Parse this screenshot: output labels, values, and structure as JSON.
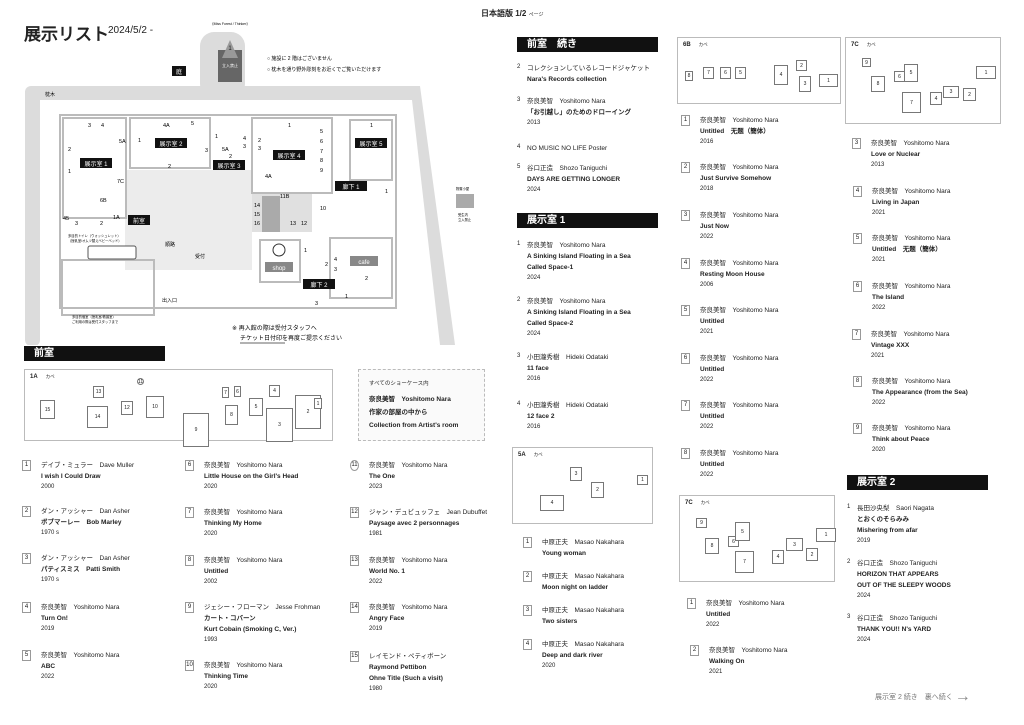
{
  "header": {
    "title": "展示リスト",
    "date": "2024/5/2 -",
    "page": "日本語版 1/2",
    "page_suffix": "ページ"
  },
  "map": {
    "outdoor_caption": "《Miss Forest / Thinker》",
    "outdoor_no_entry": "立入禁止",
    "outdoor_num": "1",
    "garden": "庭",
    "sleepers": "枕木",
    "notes": [
      "○ 施設に 2 階はございません",
      "○ 枕木を通り野外彫刻をお近くでご覧いただけます"
    ],
    "rooms": {
      "r1": "展示室 1",
      "r2": "展示室 2",
      "r3": "展示室 3",
      "r4": "展示室 4",
      "r5": "展示室 5",
      "c1": "廊下 1",
      "c2": "廊下 2",
      "ante": "前室"
    },
    "shop": "shop",
    "cafe": "cafe",
    "reception": "受付",
    "entrance": "出入口",
    "passage": "順路",
    "toilet_note": [
      "多目的トイレ（ウォッシュレット）",
      "（授乳室/オムツ替えベビーベッド）"
    ],
    "room_note": [
      "多目的個室（授乳室/救護室）",
      "ご利用の際は受付スタッフまで"
    ],
    "storage": "物置小屋",
    "storage_note": [
      "受生内",
      "立入禁止"
    ],
    "reentry": [
      "※ 再入館の際は受付スタッフへ",
      "チケット日付印を再度ご提示ください"
    ],
    "labels": [
      "3",
      "4",
      "5A",
      "2",
      "1",
      "7C",
      "6B",
      "45",
      "3",
      "2",
      "1A",
      "4A",
      "5",
      "1",
      "3",
      "2",
      "1",
      "5A",
      "2",
      "4",
      "3",
      "1",
      "2",
      "3",
      "5",
      "6",
      "7",
      "8",
      "9",
      "4A",
      "11B",
      "14",
      "15",
      "16",
      "13",
      "12",
      "10",
      "1",
      "1",
      "1",
      "2",
      "4",
      "3",
      "2",
      "1",
      "3"
    ]
  },
  "ante": {
    "header": "前室",
    "wall": {
      "name": "1A",
      "wall_label": "カベ",
      "frames": [
        "15",
        "13",
        "14",
        "11",
        "12",
        "10",
        "9",
        "7",
        "6",
        "8",
        "5",
        "4",
        "3",
        "2",
        "1"
      ]
    },
    "showcase": {
      "caption": "すべてのショーケース内",
      "artist": "奈良美智　Yoshitomo Nara",
      "title_ja": "作家の部屋の中から",
      "title_en": "Collection from Artist's room"
    },
    "items": [
      {
        "n": "1",
        "artist": "デイブ・ミュラー　Dave Muller",
        "title": "I wish I Could Draw",
        "year": "2000"
      },
      {
        "n": "2",
        "artist": "ダン・アッシャー　Dan Asher",
        "title": "ボブマーレー　Bob Marley",
        "year": "1970 s"
      },
      {
        "n": "3",
        "artist": "ダン・アッシャー　Dan Asher",
        "title": "パティスミス　Patti Smith",
        "year": "1970 s"
      },
      {
        "n": "4",
        "artist": "奈良美智　Yoshitomo Nara",
        "title": "Turn On!",
        "year": "2019"
      },
      {
        "n": "5",
        "artist": "奈良美智　Yoshitomo Nara",
        "title": "ABC",
        "year": "2022"
      },
      {
        "n": "6",
        "artist": "奈良美智　Yoshitomo Nara",
        "title": "Little House on the Girl's Head",
        "year": "2020"
      },
      {
        "n": "7",
        "artist": "奈良美智　Yoshitomo Nara",
        "title": "Thinking My Home",
        "year": "2020"
      },
      {
        "n": "8",
        "artist": "奈良美智　Yoshitomo Nara",
        "title": "Untitled",
        "year": "2002"
      },
      {
        "n": "9",
        "artist": "ジェシー・フローマン　Jesse Frohman",
        "title": "カート・コバーン",
        "title2": "Kurt Cobain (Smoking C, Ver.)",
        "year": "1993"
      },
      {
        "n": "10",
        "artist": "奈良美智　Yoshitomo Nara",
        "title": "Thinking Time",
        "year": "2020"
      },
      {
        "n": "11",
        "artist": "奈良美智　Yoshitomo Nara",
        "title": "The One",
        "year": "2023"
      },
      {
        "n": "12",
        "artist": "ジャン・デュビュッフェ　Jean Dubuffet",
        "title": "Paysage avec 2 personnages",
        "year": "1981"
      },
      {
        "n": "13",
        "artist": "奈良美智　Yoshitomo Nara",
        "title": "World No. 1",
        "year": "2022"
      },
      {
        "n": "14",
        "artist": "奈良美智　Yoshitomo Nara",
        "title": "Angry Face",
        "year": "2019"
      },
      {
        "n": "15",
        "artist": "レイモンド・ペティボーン",
        "title": "Raymond Pettibon",
        "title2": "Ohne Title (Such a visit)",
        "year": "1980"
      }
    ]
  },
  "ante_cont": {
    "header": "前室　続き",
    "items": [
      {
        "n": "2",
        "artist": "コレクションしているレコードジャケット",
        "title": "Nara's Records collection"
      },
      {
        "n": "3",
        "artist": "奈良美智　Yoshitomo Nara",
        "title": "「お引越し」のためのドローイング",
        "year": "2013"
      },
      {
        "n": "4",
        "artist": "NO MUSIC NO LIFE Poster"
      },
      {
        "n": "5",
        "artist": "谷口正造　Shozo Taniguchi",
        "title": "DAYS ARE GETTING LONGER",
        "year": "2024"
      }
    ]
  },
  "room1": {
    "header": "展示室 1",
    "items": [
      {
        "n": "1",
        "artist": "奈良美智　Yoshitomo Nara",
        "title": "A Sinking Island Floating in a Sea",
        "title2": " Called Space-1",
        "year": "2024"
      },
      {
        "n": "2",
        "artist": "奈良美智　Yoshitomo Nara",
        "title": "A Sinking Island Floating in a Sea",
        "title2": " Called Space-2",
        "year": "2024"
      },
      {
        "n": "3",
        "artist": "小田瀧秀樹　Hideki Odataki",
        "title": "11 face",
        "year": "2016"
      },
      {
        "n": "4",
        "artist": "小田瀧秀樹　Hideki Odataki",
        "title": "12 face 2",
        "year": "2016"
      }
    ],
    "wall5a": {
      "name": "5A",
      "wall_label": "カベ",
      "frames": [
        "3",
        "2",
        "1",
        "4"
      ]
    },
    "items5a": [
      {
        "n": "1",
        "artist": "中原正夫　Masao Nakahara",
        "title": "Young woman"
      },
      {
        "n": "2",
        "artist": "中原正夫　Masao Nakahara",
        "title": "Moon night on ladder"
      },
      {
        "n": "3",
        "artist": "中原正夫　Masao Nakahara",
        "title": "Two sisters"
      },
      {
        "n": "4",
        "artist": "中原正夫　Masao Nakahara",
        "title": "Deep and dark river",
        "year": "2020"
      }
    ],
    "wall6b": {
      "name": "6B",
      "wall_label": "カベ",
      "frames": [
        "8",
        "7",
        "6",
        "5",
        "4",
        "2",
        "3",
        "1"
      ]
    },
    "items6b": [
      {
        "n": "1",
        "artist": "奈良美智　Yoshitomo Nara",
        "title": "Untitled　无题（簡体）",
        "year": "2016"
      },
      {
        "n": "2",
        "artist": "奈良美智　Yoshitomo Nara",
        "title": "Just Survive Somehow",
        "year": "2018"
      },
      {
        "n": "3",
        "artist": "奈良美智　Yoshitomo Nara",
        "title": "Just Now",
        "year": "2022"
      },
      {
        "n": "4",
        "artist": "奈良美智　Yoshitomo Nara",
        "title": "Resting Moon House",
        "year": "2006"
      },
      {
        "n": "5",
        "artist": "奈良美智　Yoshitomo Nara",
        "title": "Untitled",
        "year": "2021"
      },
      {
        "n": "6",
        "artist": "奈良美智　Yoshitomo Nara",
        "title": "Untitled",
        "year": "2022"
      },
      {
        "n": "7",
        "artist": "奈良美智　Yoshitomo Nara",
        "title": "Untitled",
        "year": "2022"
      },
      {
        "n": "8",
        "artist": "奈良美智　Yoshitomo Nara",
        "title": "Untitled",
        "year": "2022"
      }
    ],
    "wall7c_a": {
      "name": "7C",
      "wall_label": "カベ",
      "frames": [
        "9",
        "8",
        "6",
        "5",
        "7",
        "4",
        "3",
        "2",
        "1"
      ]
    },
    "wall7c_b": {
      "name": "7C",
      "wall_label": "カベ",
      "frames": [
        "9",
        "8",
        "6",
        "5",
        "7",
        "4",
        "3",
        "2",
        "1"
      ]
    },
    "items7c_a": [
      {
        "n": "1",
        "artist": "奈良美智　Yoshitomo Nara",
        "title": "Untitled",
        "year": "2022"
      },
      {
        "n": "2",
        "artist": "奈良美智　Yoshitomo Nara",
        "title": "Walking On",
        "year": "2021"
      }
    ],
    "items7c_b": [
      {
        "n": "3",
        "artist": "奈良美智　Yoshitomo Nara",
        "title": "Love or Nuclear",
        "year": "2013"
      },
      {
        "n": "4",
        "artist": "奈良美智　Yoshitomo Nara",
        "title": "Living in Japan",
        "year": "2021"
      },
      {
        "n": "5",
        "artist": "奈良美智　Yoshitomo Nara",
        "title": "Untitled　无题（簡体）",
        "year": "2021"
      },
      {
        "n": "6",
        "artist": "奈良美智　Yoshitomo Nara",
        "title": "The Island",
        "year": "2022"
      },
      {
        "n": "7",
        "artist": "奈良美智　Yoshitomo Nara",
        "title": "Vintage XXX",
        "year": "2021"
      },
      {
        "n": "8",
        "artist": "奈良美智　Yoshitomo Nara",
        "title": "The Appearance (from the Sea)",
        "year": "2022"
      },
      {
        "n": "9",
        "artist": "奈良美智　Yoshitomo Nara",
        "title": "Think about Peace",
        "year": "2020"
      }
    ]
  },
  "room2": {
    "header": "展示室 2",
    "items": [
      {
        "n": "1",
        "artist": "長田沙央梨　Saori Nagata",
        "title": "とおくのそらみみ",
        "title2": "Mishering from afar",
        "year": "2019"
      },
      {
        "n": "2",
        "artist": "谷口正造　Shozo Taniguchi",
        "title": "HORIZON THAT APPEARS",
        "title2": " OUT OF THE SLEEPY WOODS",
        "year": "2024"
      },
      {
        "n": "3",
        "artist": "谷口正造　Shozo Taniguchi",
        "title": "THANK YOU!! N's YARD",
        "year": "2024"
      }
    ]
  },
  "footer": {
    "cont": "展示室 2 続き　裏へ続く",
    "arrow": "→"
  }
}
